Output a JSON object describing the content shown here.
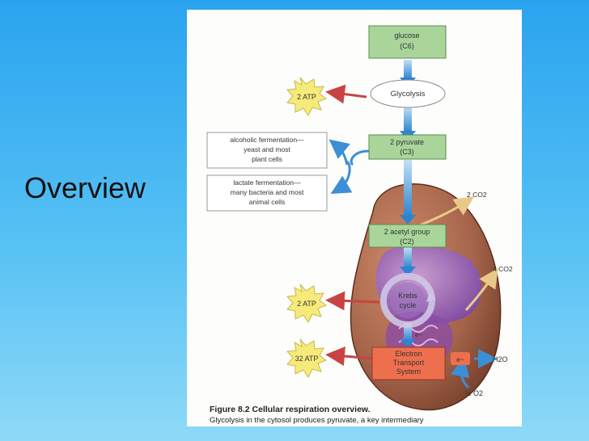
{
  "slide": {
    "title": "Overview"
  },
  "figure": {
    "glucose": {
      "name": "glucose",
      "formula": "(C6)"
    },
    "glycolysis": "Glycolysis",
    "atp_glycolysis": "2 ATP",
    "fermentation_alcoholic": {
      "line1": "alcoholic fermentation—",
      "line2": "yeast and most",
      "line3": "plant cells"
    },
    "fermentation_lactate": {
      "line1": "lactate fermentation—",
      "line2": "many bacteria and most",
      "line3": "animal cells"
    },
    "pyruvate": {
      "name": "2 pyruvate",
      "formula": "(C3)"
    },
    "co2_first": "2 CO2",
    "acetyl": {
      "name": "2 acetyl group",
      "formula": "(C2)"
    },
    "co2_second": "4 CO2",
    "krebs": {
      "line1": "Krebs",
      "line2": "cycle"
    },
    "atp_krebs": "2 ATP",
    "electron_label": "e−",
    "etc": {
      "line1": "Electron",
      "line2": "Transport",
      "line3": "System"
    },
    "atp_etc": "32 ATP",
    "electron_out": "e−",
    "water": "H2O",
    "oxygen": "½ O2",
    "caption": {
      "title": "Figure 8.2 Cellular respiration overview.",
      "text": "Glycolysis in the cytosol produces pyruvate, a key intermediary"
    }
  },
  "colors": {
    "box_green": "#a9d59a",
    "box_red": "#ee6f4e",
    "mito_outer": "#a5644a",
    "mito_inner": "#7a45a8",
    "arrow_blue": "#3b8fd6",
    "arrow_red": "#c84444",
    "starburst": "#f6eb7a"
  }
}
